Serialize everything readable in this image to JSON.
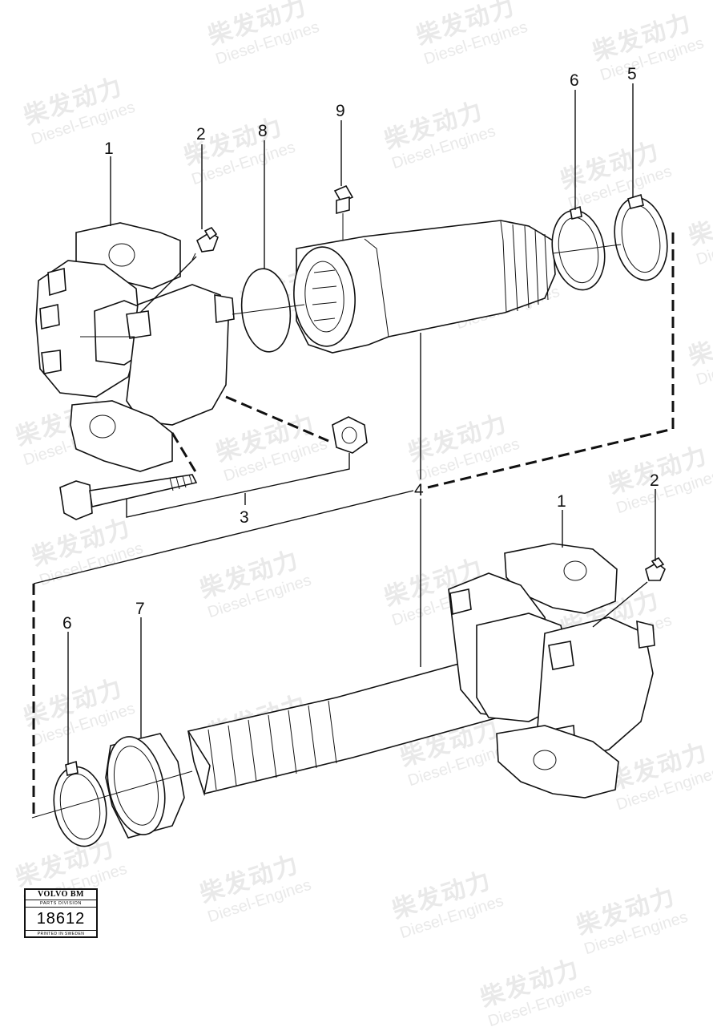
{
  "watermark": {
    "chinese": "柴发动力",
    "english": "Diesel-Engines"
  },
  "callouts": [
    {
      "id": "c1-top",
      "text": "1"
    },
    {
      "id": "c2-top",
      "text": "2"
    },
    {
      "id": "c8",
      "text": "8"
    },
    {
      "id": "c9",
      "text": "9"
    },
    {
      "id": "c6-top",
      "text": "6"
    },
    {
      "id": "c5",
      "text": "5"
    },
    {
      "id": "c3",
      "text": "3"
    },
    {
      "id": "c4",
      "text": "4"
    },
    {
      "id": "c1-bottom",
      "text": "1"
    },
    {
      "id": "c2-bottom",
      "text": "2"
    },
    {
      "id": "c6-bottom",
      "text": "6"
    },
    {
      "id": "c7",
      "text": "7"
    }
  ],
  "badge": {
    "brand": "VOLVO BM",
    "division": "PARTS DIVISION",
    "number": "18612",
    "printed": "PRINTED IN SWEDEN"
  }
}
